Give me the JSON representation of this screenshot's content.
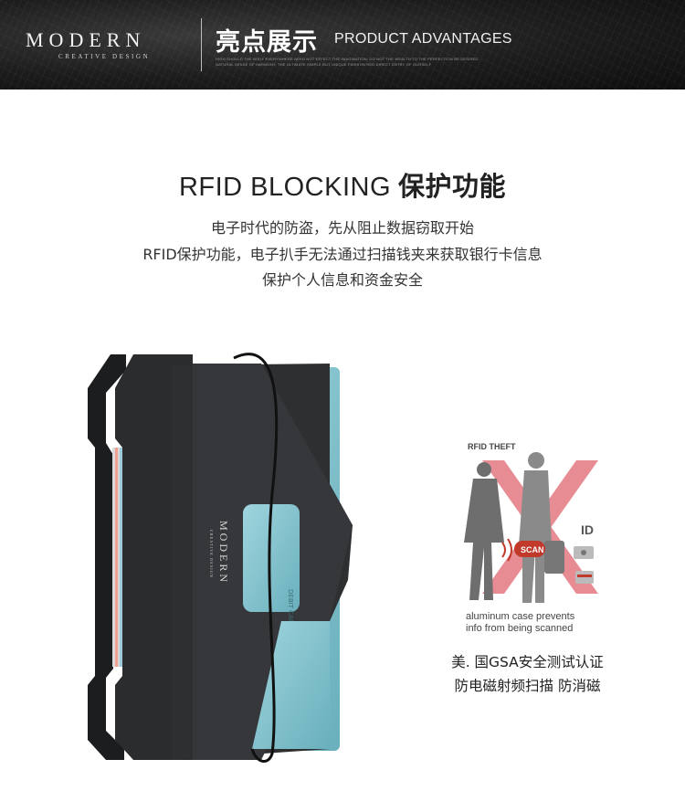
{
  "header": {
    "brand_name": "MODERN",
    "brand_tagline": "CREATIVE DESIGN",
    "headline_cn": "亮点展示",
    "headline_en": "PRODUCT ADVANTAGES",
    "fine_print": "HIGH SHOULD THE BODY EVERYWHERE NEED NOT EFFECT THE IMAGINATION, DO NOT THE WEALTH TO THE PERFECTION BE DESIRED. NATURAL SENSE OF HARMONY, THE ULTIMATE SIMPLE BUT UNIQUE FASHION RED DIRECT ENTRY OF OURSELF"
  },
  "section": {
    "title_en": "RFID BLOCKING",
    "title_cn": "保护功能",
    "lines": [
      "电子时代的防盗，先从阻止数据窃取开始",
      "RFID保护功能，电子扒手无法通过扫描钱夹来获取银行卡信息",
      "保护个人信息和资金安全"
    ]
  },
  "wallet": {
    "brand_name": "MODERN",
    "brand_tagline": "CREATIVE DESIGN",
    "card_text": "DEBIT CARD"
  },
  "rfid_graphic": {
    "label_top": "RFID THEFT",
    "scan_label": "SCAN",
    "id_label": "ID",
    "caption": [
      "aluminum case prevents",
      "info from being scanned"
    ]
  },
  "gsa_note": {
    "line1": "美. 国GSA安全测试认证",
    "line2": "防电磁射频扫描 防消磁"
  },
  "colors": {
    "banner_bg": "#1c1c1c",
    "wallet_body": "#2e2f31",
    "card_blue": "#7fc7d3",
    "warning_red": "#e0666f"
  }
}
